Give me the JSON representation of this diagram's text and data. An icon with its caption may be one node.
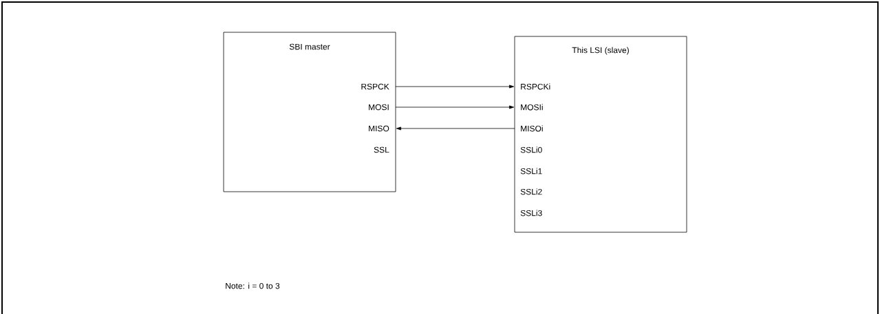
{
  "diagram": {
    "nodes": [
      {
        "text": [
          "SBI master"
        ]
      },
      {
        "text": [
          "RSPCK"
        ],
        "in": 0
      },
      {
        "text": [
          "MOSI"
        ],
        "in": 0
      },
      {
        "text": [
          "MISO"
        ],
        "in": 0
      },
      {
        "text": [
          "SSL"
        ],
        "in": 0
      },
      {
        "text": [
          "This LSI (slave)"
        ]
      },
      {
        "text": [
          "RSPCKi"
        ],
        "in": 5
      },
      {
        "text": [
          "MOSIi"
        ],
        "in": 5
      },
      {
        "text": [
          "MISOi"
        ],
        "in": 5
      },
      {
        "text": [
          "SSLi0"
        ],
        "in": 5
      },
      {
        "text": [
          "SSLi1"
        ],
        "in": 5
      },
      {
        "text": [
          "SSLi2"
        ],
        "in": 5
      },
      {
        "text": [
          "SSLi3"
        ],
        "in": 5
      }
    ],
    "edges": [
      {
        "from": 1,
        "to": 6,
        "arrow": "to"
      },
      {
        "from": 2,
        "to": 7,
        "arrow": "to"
      },
      {
        "from": 8,
        "to": 3,
        "arrow": "to"
      }
    ],
    "labels": [
      "Note: i = 0 to 3"
    ]
  }
}
